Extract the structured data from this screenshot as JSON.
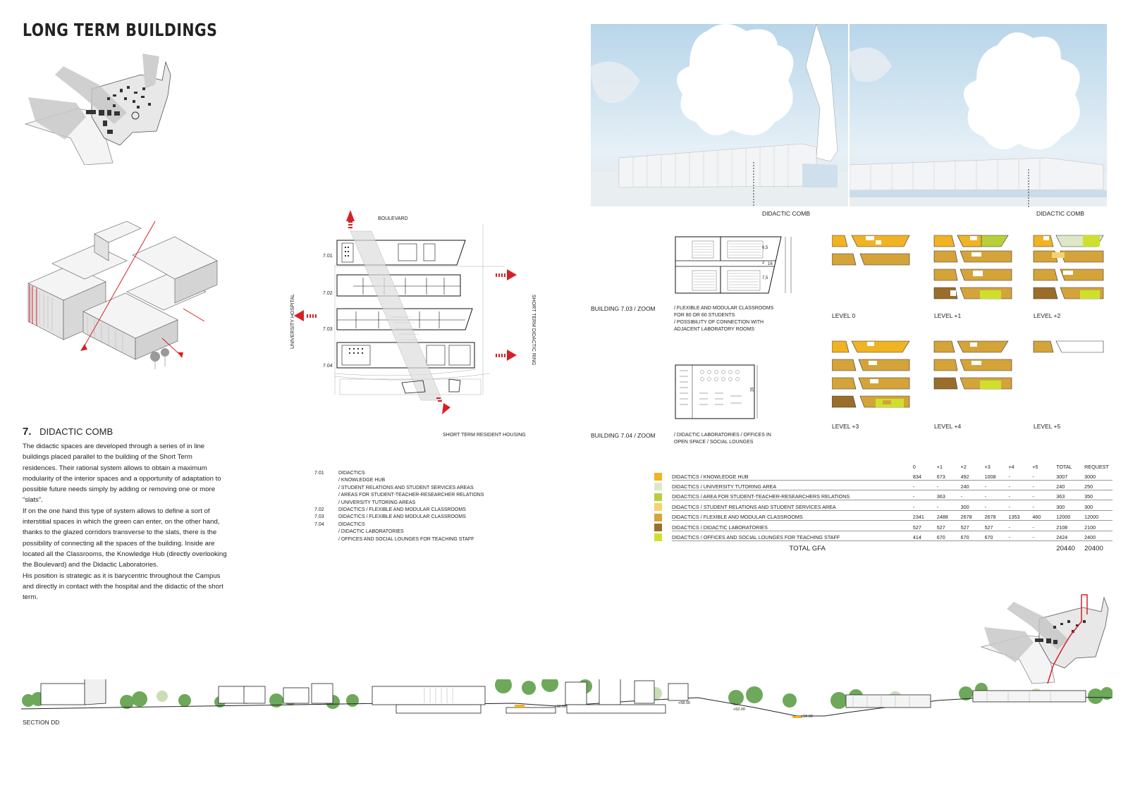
{
  "page": {
    "title": "LONG TERM BUILDINGS"
  },
  "section": {
    "number": "7.",
    "title": "DIDACTIC COMB",
    "paragraphs": [
      "The didactic spaces are developed through a series of in line buildings placed parallel to the building of the Short Term residences. Their rational system allows to obtain a maximum modularity of the interior spaces and a opportunity of adaptation to possible future needs simply by adding or removing one or more “slats”.",
      "If on the one hand this type of system allows to define a sort of interstitial spaces in which the green can enter, on the other hand, thanks to the glazed corridors transverse to the slats, there is the possibility of connecting all the spaces of the building. Inside are located all the Classrooms, the Knowledge Hub (directly overlooking the Boulevard) and the Didactic Laboratories.",
      "His position is strategic as it is barycentric throughout the Campus and directly in contact with the hospital and the didactic of the short term."
    ]
  },
  "plan": {
    "boulevard": "BOULEVARD",
    "university_hospital": "UNIVERSITY HOSPITAL",
    "short_term_ring": "SHORT TERM DIDACTIC RING",
    "short_term_housing": "SHORT TERM RESIDENT HOUSING",
    "building_codes": [
      "7.01",
      "7.02",
      "7.03",
      "7.04"
    ]
  },
  "legend_list": [
    {
      "code": "7.01",
      "text": "DIDACTICS"
    },
    {
      "code": "",
      "text": "/ KNOWLEDGE HUB"
    },
    {
      "code": "",
      "text": "/ STUDENT RELATIONS AND STUDENT SERVICES AREAS"
    },
    {
      "code": "",
      "text": "/ AREAS FOR STUDENT-TEACHER-RESEARCHER RELATIONS"
    },
    {
      "code": "",
      "text": "/ UNIVERSITY TUTORING AREAS"
    },
    {
      "code": "7.02",
      "text": "DIDACTICS / FLEXIBLE AND MODULAR CLASSROOMS"
    },
    {
      "code": "7.03",
      "text": "DIDACTICS / FLEXIBLE AND MODULAR CLASSROOMS"
    },
    {
      "code": "7.04",
      "text": "DIDACTICS"
    },
    {
      "code": "",
      "text": "/ DIDACTIC LABORATORIES"
    },
    {
      "code": "",
      "text": "/ OFFICES AND SOCIAL LOUNGES FOR TEACHING STAFF"
    }
  ],
  "renders": {
    "label_left": "DIDACTIC COMB",
    "label_right": "DIDACTIC COMB"
  },
  "zoom": {
    "b703_label": "BUILDING 7.03 / ZOOM",
    "b703_notes": [
      "/ FLEXIBLE AND MODULAR CLASSROOMS",
      "FOR 80 OR 60 STUDENTS",
      "/ POSSIBILITY OF CONNECTION WITH",
      "ADJACENT LABORATORY ROOMS"
    ],
    "b703_dims": [
      "6,5",
      "2",
      "7,5",
      "16"
    ],
    "b704_label": "BUILDING 7.04 / ZOOM",
    "b704_notes": [
      "/ DIDACTIC LABORATORIES / OFFICES IN",
      "OPEN SPACE / SOCIAL LOUNGES"
    ],
    "b704_dims": [
      "16"
    ]
  },
  "levels": [
    "LEVEL 0",
    "LEVEL +1",
    "LEVEL +2",
    "LEVEL +3",
    "LEVEL +4",
    "LEVEL +5"
  ],
  "gfa_table": {
    "headers": [
      "0",
      "+1",
      "+2",
      "+3",
      "+4",
      "+5",
      "TOTAL",
      "REQUEST"
    ],
    "rows": [
      {
        "name": "DIDACTICS / KNOWLEDGE HUB",
        "color": "#f0b323",
        "values": [
          "834",
          "673",
          "492",
          "1008",
          "-",
          "-",
          "3007",
          "3000"
        ]
      },
      {
        "name": "DIDACTICS / UNIVERSITY TUTORING AREA",
        "color": "#dde8c8",
        "values": [
          "-",
          "-",
          "240",
          "-",
          "-",
          "-",
          "240",
          "250"
        ]
      },
      {
        "name": "DIDACTICS / AREA FOR STUDENT-TEACHER-RESEARCHERS RELATIONS",
        "color": "#b8cf3a",
        "values": [
          "-",
          "363",
          "-",
          "-",
          "-",
          "-",
          "363",
          "350"
        ]
      },
      {
        "name": "DIDACTICS / STUDENT RELATIONS AND STUDENT SERVICES AREA",
        "color": "#f5d36a",
        "values": [
          "-",
          "-",
          "300",
          "-",
          "-",
          "-",
          "300",
          "300"
        ]
      },
      {
        "name": "DIDACTICS / FLEXIBLE AND MODULAR CLASSROOMS",
        "color": "#d4a43a",
        "values": [
          "2341",
          "2488",
          "2678",
          "2678",
          "1353",
          "460",
          "12000",
          "12000"
        ]
      },
      {
        "name": "DIDACTICS / DIDACTIC LABORATORIES",
        "color": "#9a6e2a",
        "values": [
          "527",
          "527",
          "527",
          "527",
          "-",
          "-",
          "2108",
          "2100"
        ]
      },
      {
        "name": "DIDACTICS / OFFICES AND SOCIAL LOUNGES FOR TEACHING STAFF",
        "color": "#cfe02c",
        "values": [
          "414",
          "670",
          "670",
          "670",
          "-",
          "-",
          "2424",
          "2400"
        ]
      }
    ],
    "total_label": "TOTAL GFA",
    "total_value": "20440",
    "total_request": "20400"
  },
  "section_dd": {
    "label": "SECTION DD",
    "elevations": [
      "+58.00",
      "+58.00",
      "+52.00",
      "+50.00"
    ]
  },
  "colors": {
    "accent_red": "#d62027",
    "hub_yellow": "#f0b323",
    "classroom_ochre": "#d4a43a",
    "lab_brown": "#9a6e2a",
    "lime": "#cfe02c"
  }
}
